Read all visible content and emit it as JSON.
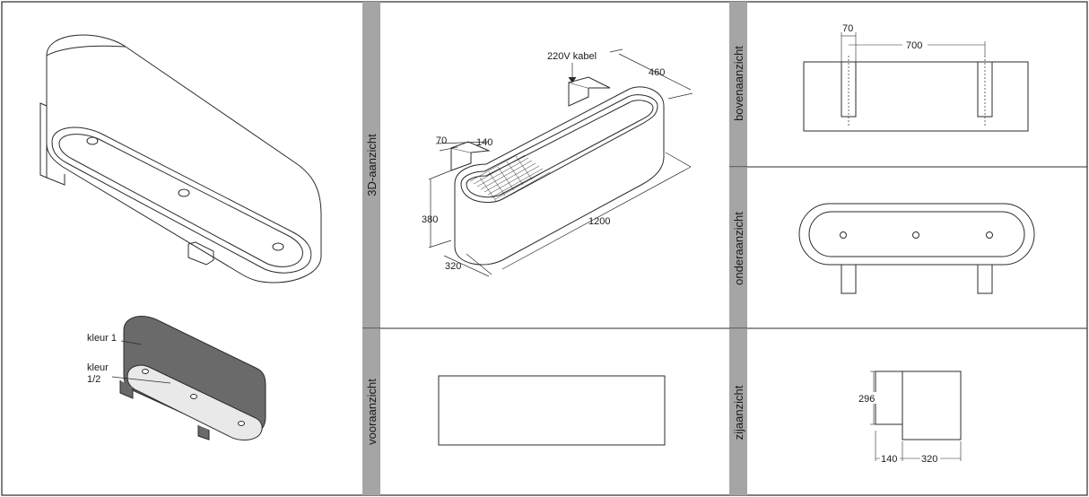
{
  "colors": {
    "line": "#2b2b2b",
    "band": "#a5a5a6",
    "body_dark": "#6a6a6a",
    "plate_light": "#e9e9e9"
  },
  "views": {
    "three_d": {
      "title": "3D-aanzicht"
    },
    "front": {
      "title": "vooraanzicht"
    },
    "top": {
      "title": "bovenaanzicht"
    },
    "bottom": {
      "title": "onderaanzicht"
    },
    "side": {
      "title": "zijaanzicht"
    }
  },
  "legend": {
    "kleur1": "kleur 1",
    "kleur12_line1": "kleur",
    "kleur12_line2": "1/2"
  },
  "dimensions": {
    "cable": "220V kabel",
    "d460": "460",
    "d70": "70",
    "d140": "140",
    "d380": "380",
    "d1200": "1200",
    "d320": "320",
    "top_70": "70",
    "top_700": "700",
    "side_296": "296",
    "side_140": "140",
    "side_320": "320"
  }
}
